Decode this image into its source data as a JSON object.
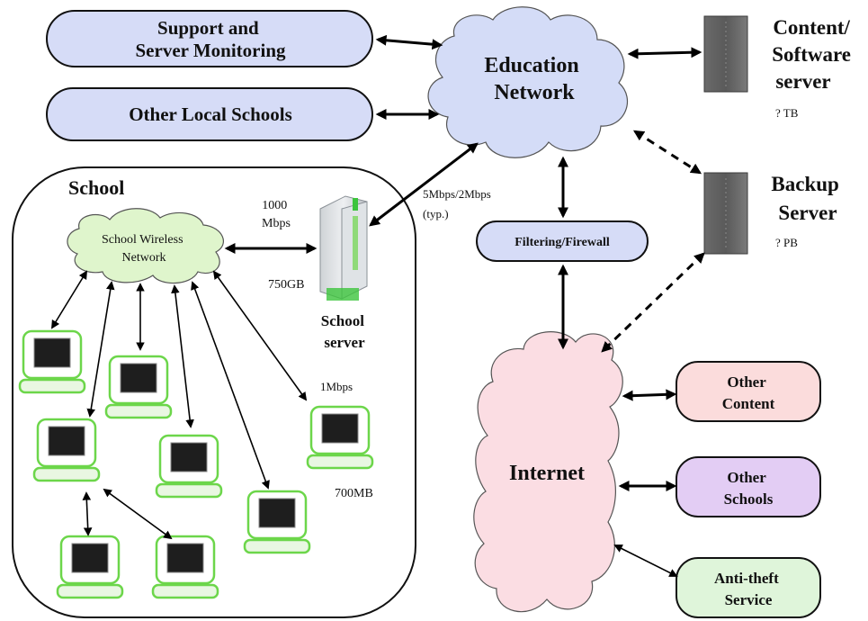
{
  "nodes": {
    "support": [
      "Support and",
      "Server Monitoring"
    ],
    "other_local_schools": "Other Local Schools",
    "education_network": [
      "Education",
      "Network"
    ],
    "content_server": [
      "Content/",
      "Software",
      "server"
    ],
    "content_server_size": "? TB",
    "backup_server": [
      "Backup",
      "Server"
    ],
    "backup_server_size": "? PB",
    "filtering": "Filtering/Firewall",
    "internet": "Internet",
    "other_content": [
      "Other",
      "Content"
    ],
    "other_schools": [
      "Other",
      "Schools"
    ],
    "anti_theft": [
      "Anti-theft",
      "Service"
    ]
  },
  "school": {
    "title": "School",
    "wireless": [
      "School Wireless",
      "Network"
    ],
    "server_label": [
      "School",
      "server"
    ],
    "link_speed": [
      "1000",
      "Mbps"
    ],
    "server_storage": "750GB",
    "laptop_speed": "1Mbps",
    "laptop_storage": "700MB"
  },
  "uplink_speed": [
    "5Mbps/2Mbps",
    "(typ.)"
  ],
  "colors": {
    "pill_blue": "#d6dcf7",
    "cloud_blue": "#d4dcf7",
    "internet_pink": "#fbdde3",
    "other_content_pink": "#fbdcdc",
    "other_schools_purple": "#e3cdf4",
    "anti_theft_green": "#dff5da",
    "wireless_green": "#dff5cc",
    "laptop_green": "#6cd64a"
  }
}
